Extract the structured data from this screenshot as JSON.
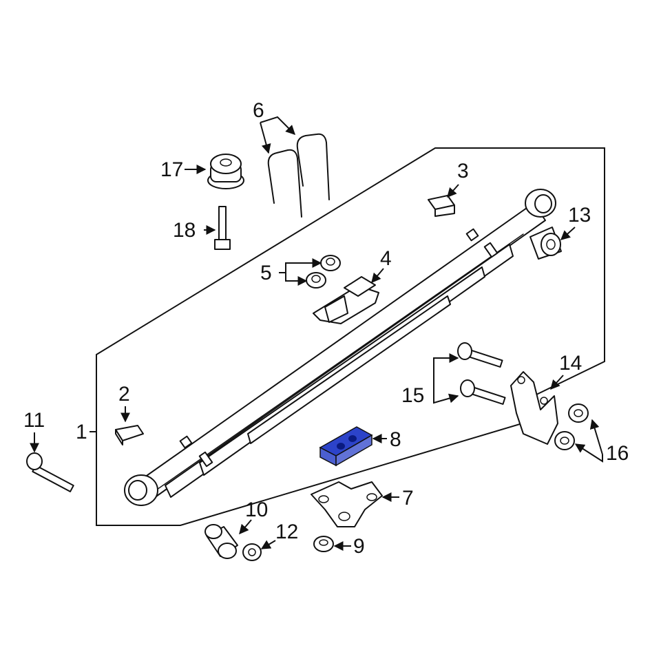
{
  "diagram": {
    "highlight_color": "#2c43c9",
    "highlighted_part": "8",
    "callouts": {
      "c1": "1",
      "c2": "2",
      "c3": "3",
      "c4": "4",
      "c5": "5",
      "c6": "6",
      "c7": "7",
      "c8": "8",
      "c9": "9",
      "c10": "10",
      "c11": "11",
      "c12": "12",
      "c13": "13",
      "c14": "14",
      "c15": "15",
      "c16": "16",
      "c17": "17",
      "c18": "18"
    }
  }
}
